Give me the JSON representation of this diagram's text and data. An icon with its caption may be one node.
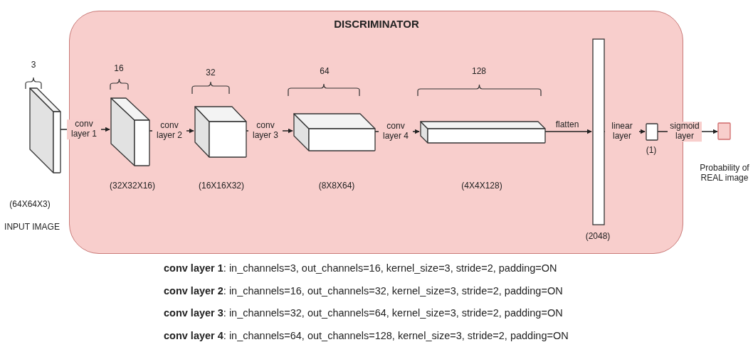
{
  "diagram": {
    "nodes": [
      {
        "text": [
          "DISCRIMINATOR"
        ]
      },
      {
        "text": [],
        "shape": "box",
        "beside": [
          "(64X64X3)",
          "INPUT IMAGE"
        ]
      },
      {
        "text": [],
        "shape": "box",
        "in": 0
      },
      {
        "text": [],
        "shape": "box",
        "in": 0
      },
      {
        "text": [],
        "shape": "box",
        "in": 0
      },
      {
        "text": [],
        "shape": "box",
        "in": 0
      },
      {
        "text": [],
        "shape": "bar",
        "in": 0,
        "beside": [
          "(2048)"
        ]
      },
      {
        "text": [],
        "shape": "box",
        "in": 0,
        "beside": [
          "(1)"
        ]
      },
      {
        "text": [],
        "shape": "box",
        "beside": [
          "Probability of REAL image"
        ]
      }
    ],
    "edges": [
      {
        "from": 1,
        "to": 2,
        "arrow": "to",
        "label": "conv layer 1"
      },
      {
        "from": 2,
        "to": 3,
        "arrow": "to",
        "label": "conv layer 2"
      },
      {
        "from": 3,
        "to": 4,
        "arrow": "to",
        "label": "conv layer 3"
      },
      {
        "from": 4,
        "to": 5,
        "arrow": "to",
        "label": "conv layer 4"
      },
      {
        "from": 5,
        "to": 6,
        "arrow": "to",
        "label": "flatten"
      },
      {
        "from": 6,
        "to": 7,
        "arrow": "to",
        "label": "linear layer"
      },
      {
        "from": 7,
        "to": 8,
        "arrow": "to",
        "label": "sigmoid layer"
      }
    ],
    "labels": [
      "3",
      "16",
      "32",
      "64",
      "128",
      "(32X32X16)",
      "(16X16X32)",
      "(8X8X64)",
      "(4X4X128)",
      "**conv layer 1**: in_channels=3, out_channels=16, kernel_size=3, stride=2, padding=ON",
      "**conv layer 2**: in_channels=16, out_channels=32, kernel_size=3, stride=2, padding=ON",
      "**conv layer 3**: in_channels=32, out_channels=64, kernel_size=3, stride=2, padding=ON",
      "**conv layer 4**: in_channels=64, out_channels=128, kernel_size=3, stride=2, padding=ON"
    ]
  }
}
